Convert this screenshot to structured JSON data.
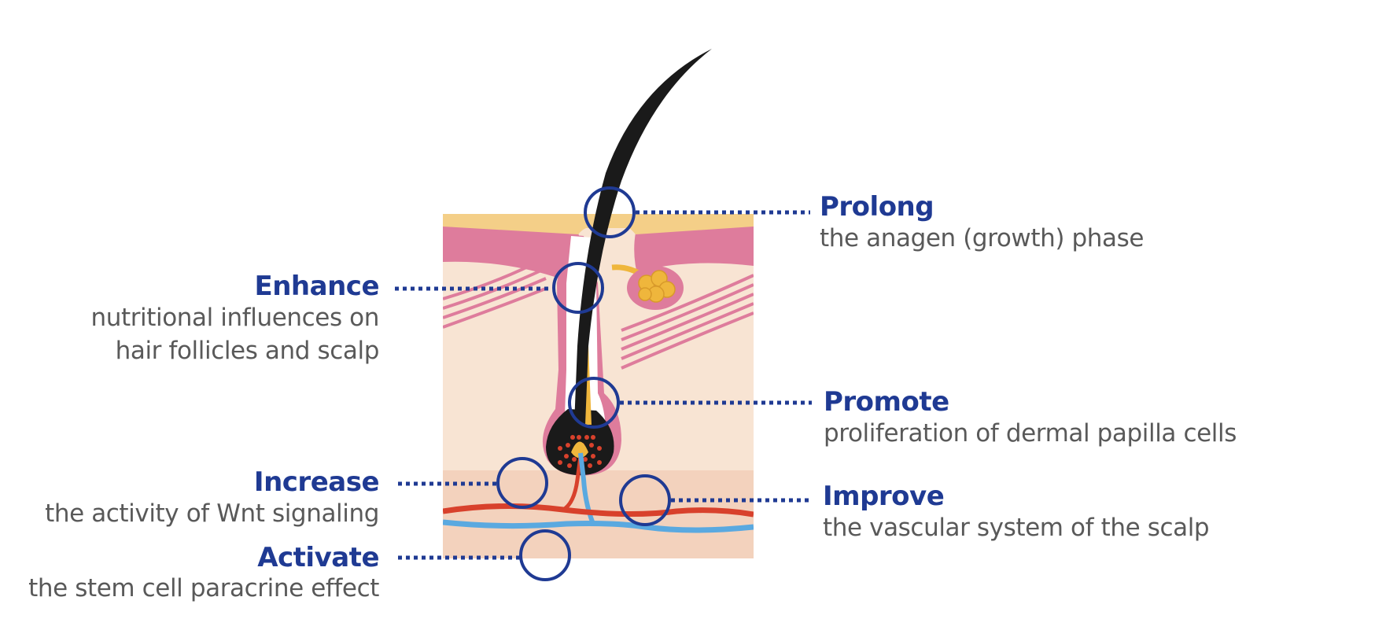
{
  "colors": {
    "accent": "#1f3a93",
    "description_text": "#595959",
    "skin_surface": "#f4cf88",
    "skin_pink": "#de7c9c",
    "skin_base": "#f8e4d3",
    "hair": "#1a1a1a",
    "artery": "#d8412c",
    "vein": "#5aa9e0",
    "gland": "#efb63c"
  },
  "callouts": {
    "prolong": {
      "head": "Prolong",
      "desc": [
        "the anagen (growth) phase"
      ]
    },
    "enhance": {
      "head": "Enhance",
      "desc": [
        "nutritional influences on",
        "hair follicles and scalp"
      ]
    },
    "promote": {
      "head": "Promote",
      "desc": [
        "proliferation of dermal papilla cells"
      ]
    },
    "increase": {
      "head": "Increase",
      "desc": [
        "the activity of Wnt signaling"
      ]
    },
    "improve": {
      "head": "Improve",
      "desc": [
        "the vascular system of the scalp"
      ]
    },
    "activate": {
      "head": "Activate",
      "desc": [
        "the stem cell paracrine effect"
      ]
    }
  }
}
